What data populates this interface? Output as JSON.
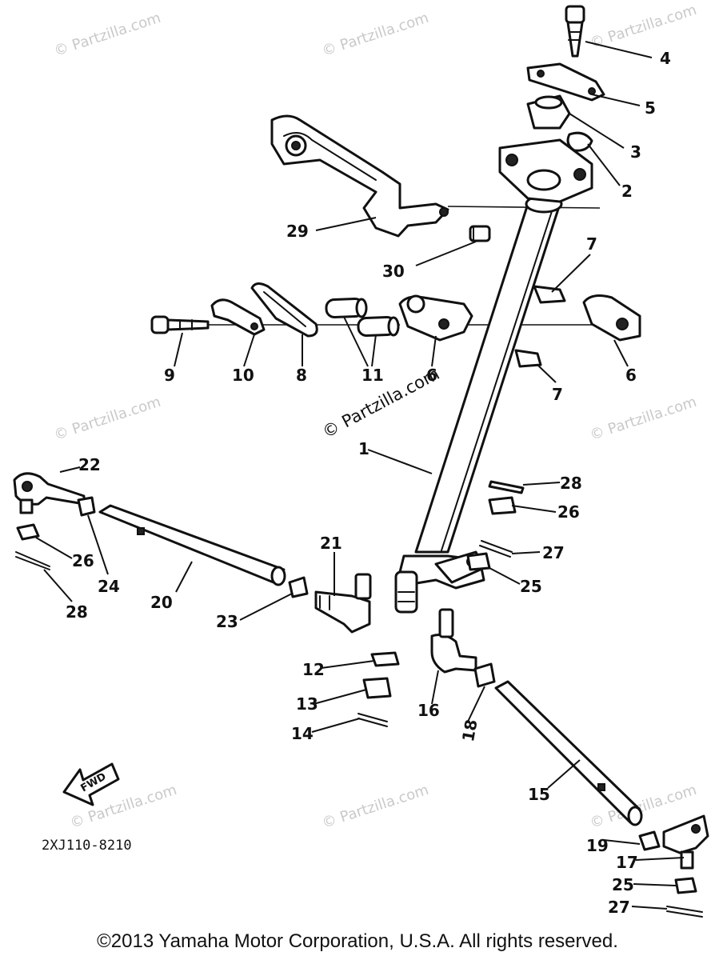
{
  "diagram": {
    "watermark": "© Partzilla.com",
    "center_watermark": "© Partzilla.com",
    "part_code": "2XJ110-8210",
    "fwd_label": "FWD",
    "copyright": "©2013 Yamaha Motor Corporation, U.S.A. All rights reserved.",
    "callouts": {
      "c1": "1",
      "c2": "2",
      "c3": "3",
      "c4": "4",
      "c5": "5",
      "c6a": "6",
      "c6b": "6",
      "c7a": "7",
      "c7b": "7",
      "c8": "8",
      "c9": "9",
      "c10": "10",
      "c11": "11",
      "c12": "12",
      "c13": "13",
      "c14": "14",
      "c15": "15",
      "c16": "16",
      "c17": "17",
      "c18": "18",
      "c19": "19",
      "c20": "20",
      "c21": "21",
      "c22": "22",
      "c23": "23",
      "c24": "24",
      "c25a": "25",
      "c25b": "25",
      "c26a": "26",
      "c26b": "26",
      "c27a": "27",
      "c27b": "27",
      "c28a": "28",
      "c28b": "28",
      "c29": "29",
      "c30": "30"
    }
  }
}
